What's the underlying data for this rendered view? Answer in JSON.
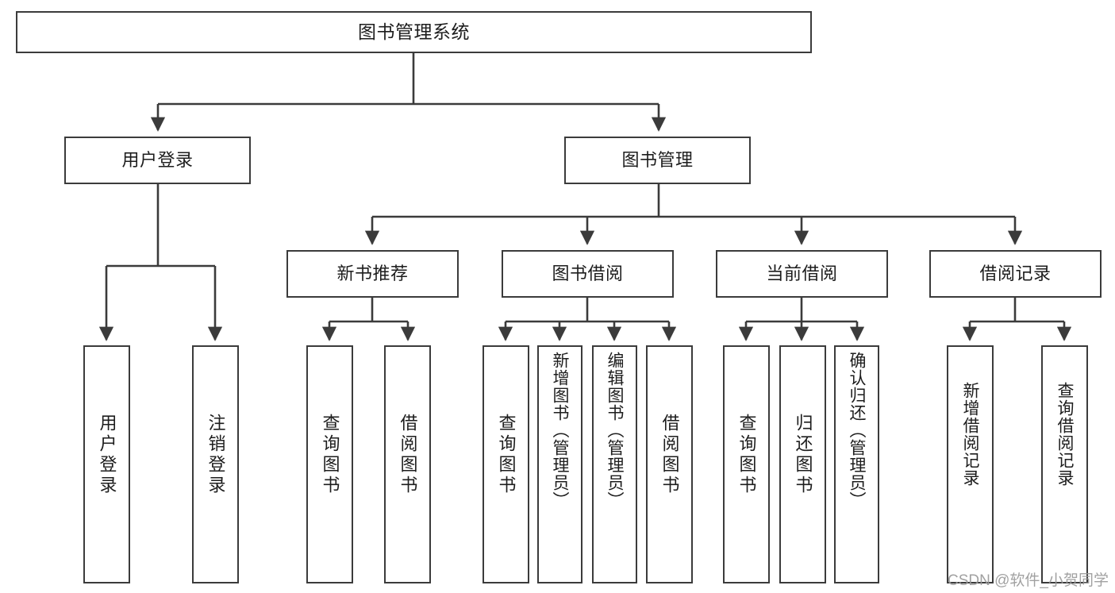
{
  "diagram": {
    "title": "图书管理系统",
    "type": "tree-hierarchy",
    "orientation": "top-down",
    "colors": {
      "box_border": "#3b3b3b",
      "box_fill": "#ffffff",
      "edge": "#3b3b3b",
      "text": "#1d1d1d",
      "watermark": "#9a9a9a"
    },
    "root": {
      "label": "图书管理系统"
    },
    "level2": [
      {
        "id": "user-login",
        "label": "用户登录"
      },
      {
        "id": "book-manage",
        "label": "图书管理"
      }
    ],
    "level3": [
      {
        "id": "new-book-recommend",
        "label": "新书推荐"
      },
      {
        "id": "book-borrow",
        "label": "图书借阅"
      },
      {
        "id": "current-borrow",
        "label": "当前借阅"
      },
      {
        "id": "borrow-record",
        "label": "借阅记录"
      }
    ],
    "leaves": {
      "user_login": [
        {
          "id": "leaf-user-login",
          "label": "用户登录"
        },
        {
          "id": "leaf-logout-login",
          "label": "注销登录"
        }
      ],
      "new_book_recommend": [
        {
          "id": "leaf-query-book-1",
          "label": "查询图书"
        },
        {
          "id": "leaf-borrow-book-1",
          "label": "借阅图书"
        }
      ],
      "book_borrow": [
        {
          "id": "leaf-query-book-2",
          "label": "查询图书"
        },
        {
          "id": "leaf-add-book",
          "label": "新增图书（管理员）"
        },
        {
          "id": "leaf-edit-book",
          "label": "编辑图书（管理员）"
        },
        {
          "id": "leaf-borrow-book-2",
          "label": "借阅图书"
        }
      ],
      "current_borrow": [
        {
          "id": "leaf-query-book-3",
          "label": "查询图书"
        },
        {
          "id": "leaf-return-book",
          "label": "归还图书"
        },
        {
          "id": "leaf-confirm-return",
          "label": "确认归还（管理员）"
        }
      ],
      "borrow_record": [
        {
          "id": "leaf-add-record",
          "label": "新增借阅记录"
        },
        {
          "id": "leaf-query-record",
          "label": "查询借阅记录"
        }
      ]
    }
  },
  "watermark": {
    "text": "CSDN @软件_小贺同学"
  }
}
